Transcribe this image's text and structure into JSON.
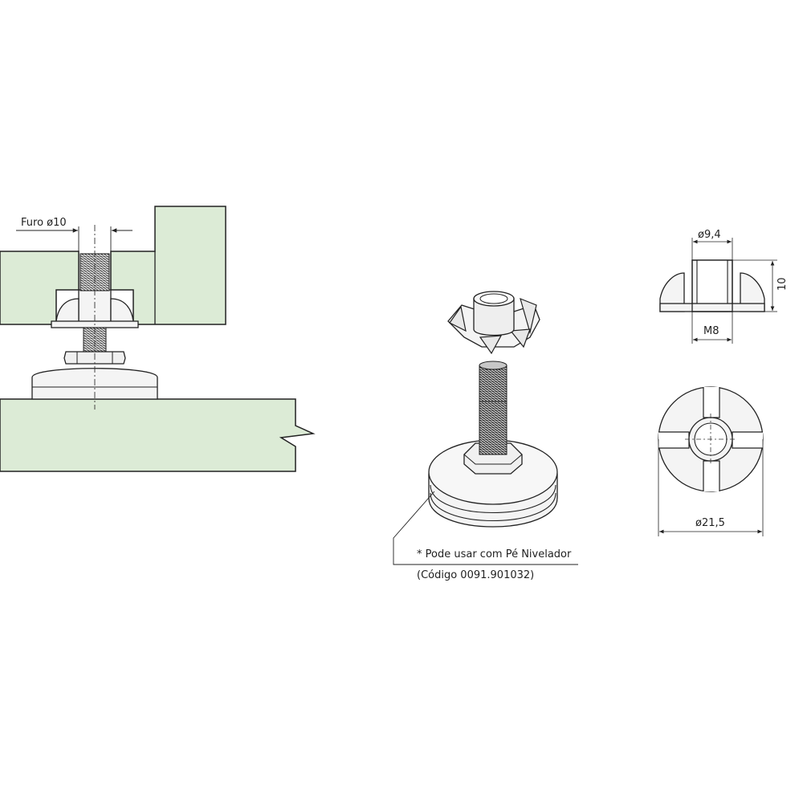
{
  "dimensions": {
    "hole": "Furo ø10",
    "outer_top": "ø9,4",
    "height": "10",
    "thread": "M8",
    "flange": "ø21,5"
  },
  "note": {
    "line1": "* Pode usar com Pé Nivelador",
    "line2": "(Código 0091.901032)"
  },
  "colors": {
    "wood": "#dcebd6",
    "stroke": "#222222",
    "part": "#f4f4f4"
  }
}
